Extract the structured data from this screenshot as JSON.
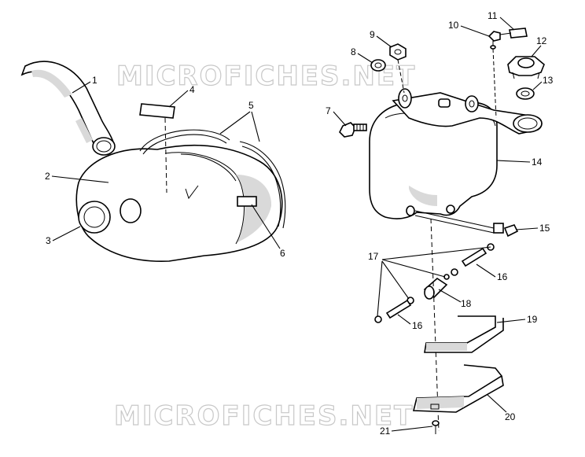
{
  "watermark": "MICROFICHES.NET",
  "callouts": [
    "1",
    "2",
    "3",
    "4",
    "5",
    "6",
    "7",
    "8",
    "9",
    "10",
    "11",
    "12",
    "13",
    "14",
    "15",
    "16",
    "17",
    "18",
    "19",
    "20",
    "21"
  ],
  "callout_16_second": "16"
}
